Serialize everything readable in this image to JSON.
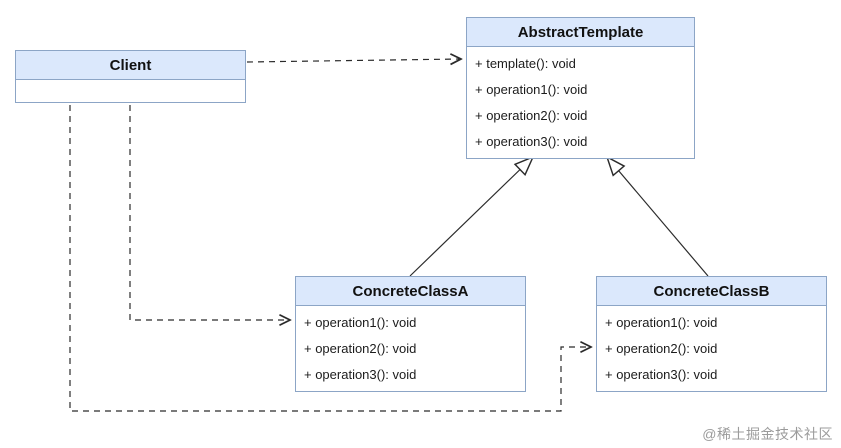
{
  "diagram": {
    "type": "uml-class-diagram",
    "pattern": "Template Method"
  },
  "colors": {
    "class_header_fill": "#dbe8fc",
    "class_border": "#8ca5c6",
    "line": "#2b2b2b",
    "watermark": "#9b9b9b"
  },
  "classes": {
    "client": {
      "name": "Client",
      "methods": []
    },
    "abstract_template": {
      "name": "AbstractTemplate",
      "methods": [
        "+ template(): void",
        "+ operation1(): void",
        "+ operation2(): void",
        "+ operation3(): void"
      ]
    },
    "concrete_a": {
      "name": "ConcreteClassA",
      "methods": [
        "+ operation1(): void",
        "+ operation2(): void",
        "+ operation3(): void"
      ]
    },
    "concrete_b": {
      "name": "ConcreteClassB",
      "methods": [
        "+ operation1(): void",
        "+ operation2(): void",
        "+ operation3(): void"
      ]
    }
  },
  "relations": [
    {
      "from": "Client",
      "to": "AbstractTemplate",
      "kind": "dependency"
    },
    {
      "from": "Client",
      "to": "ConcreteClassA",
      "kind": "dependency"
    },
    {
      "from": "Client",
      "to": "ConcreteClassB",
      "kind": "dependency"
    },
    {
      "from": "ConcreteClassA",
      "to": "AbstractTemplate",
      "kind": "generalization"
    },
    {
      "from": "ConcreteClassB",
      "to": "AbstractTemplate",
      "kind": "generalization"
    }
  ],
  "watermark": "@稀土掘金技术社区"
}
